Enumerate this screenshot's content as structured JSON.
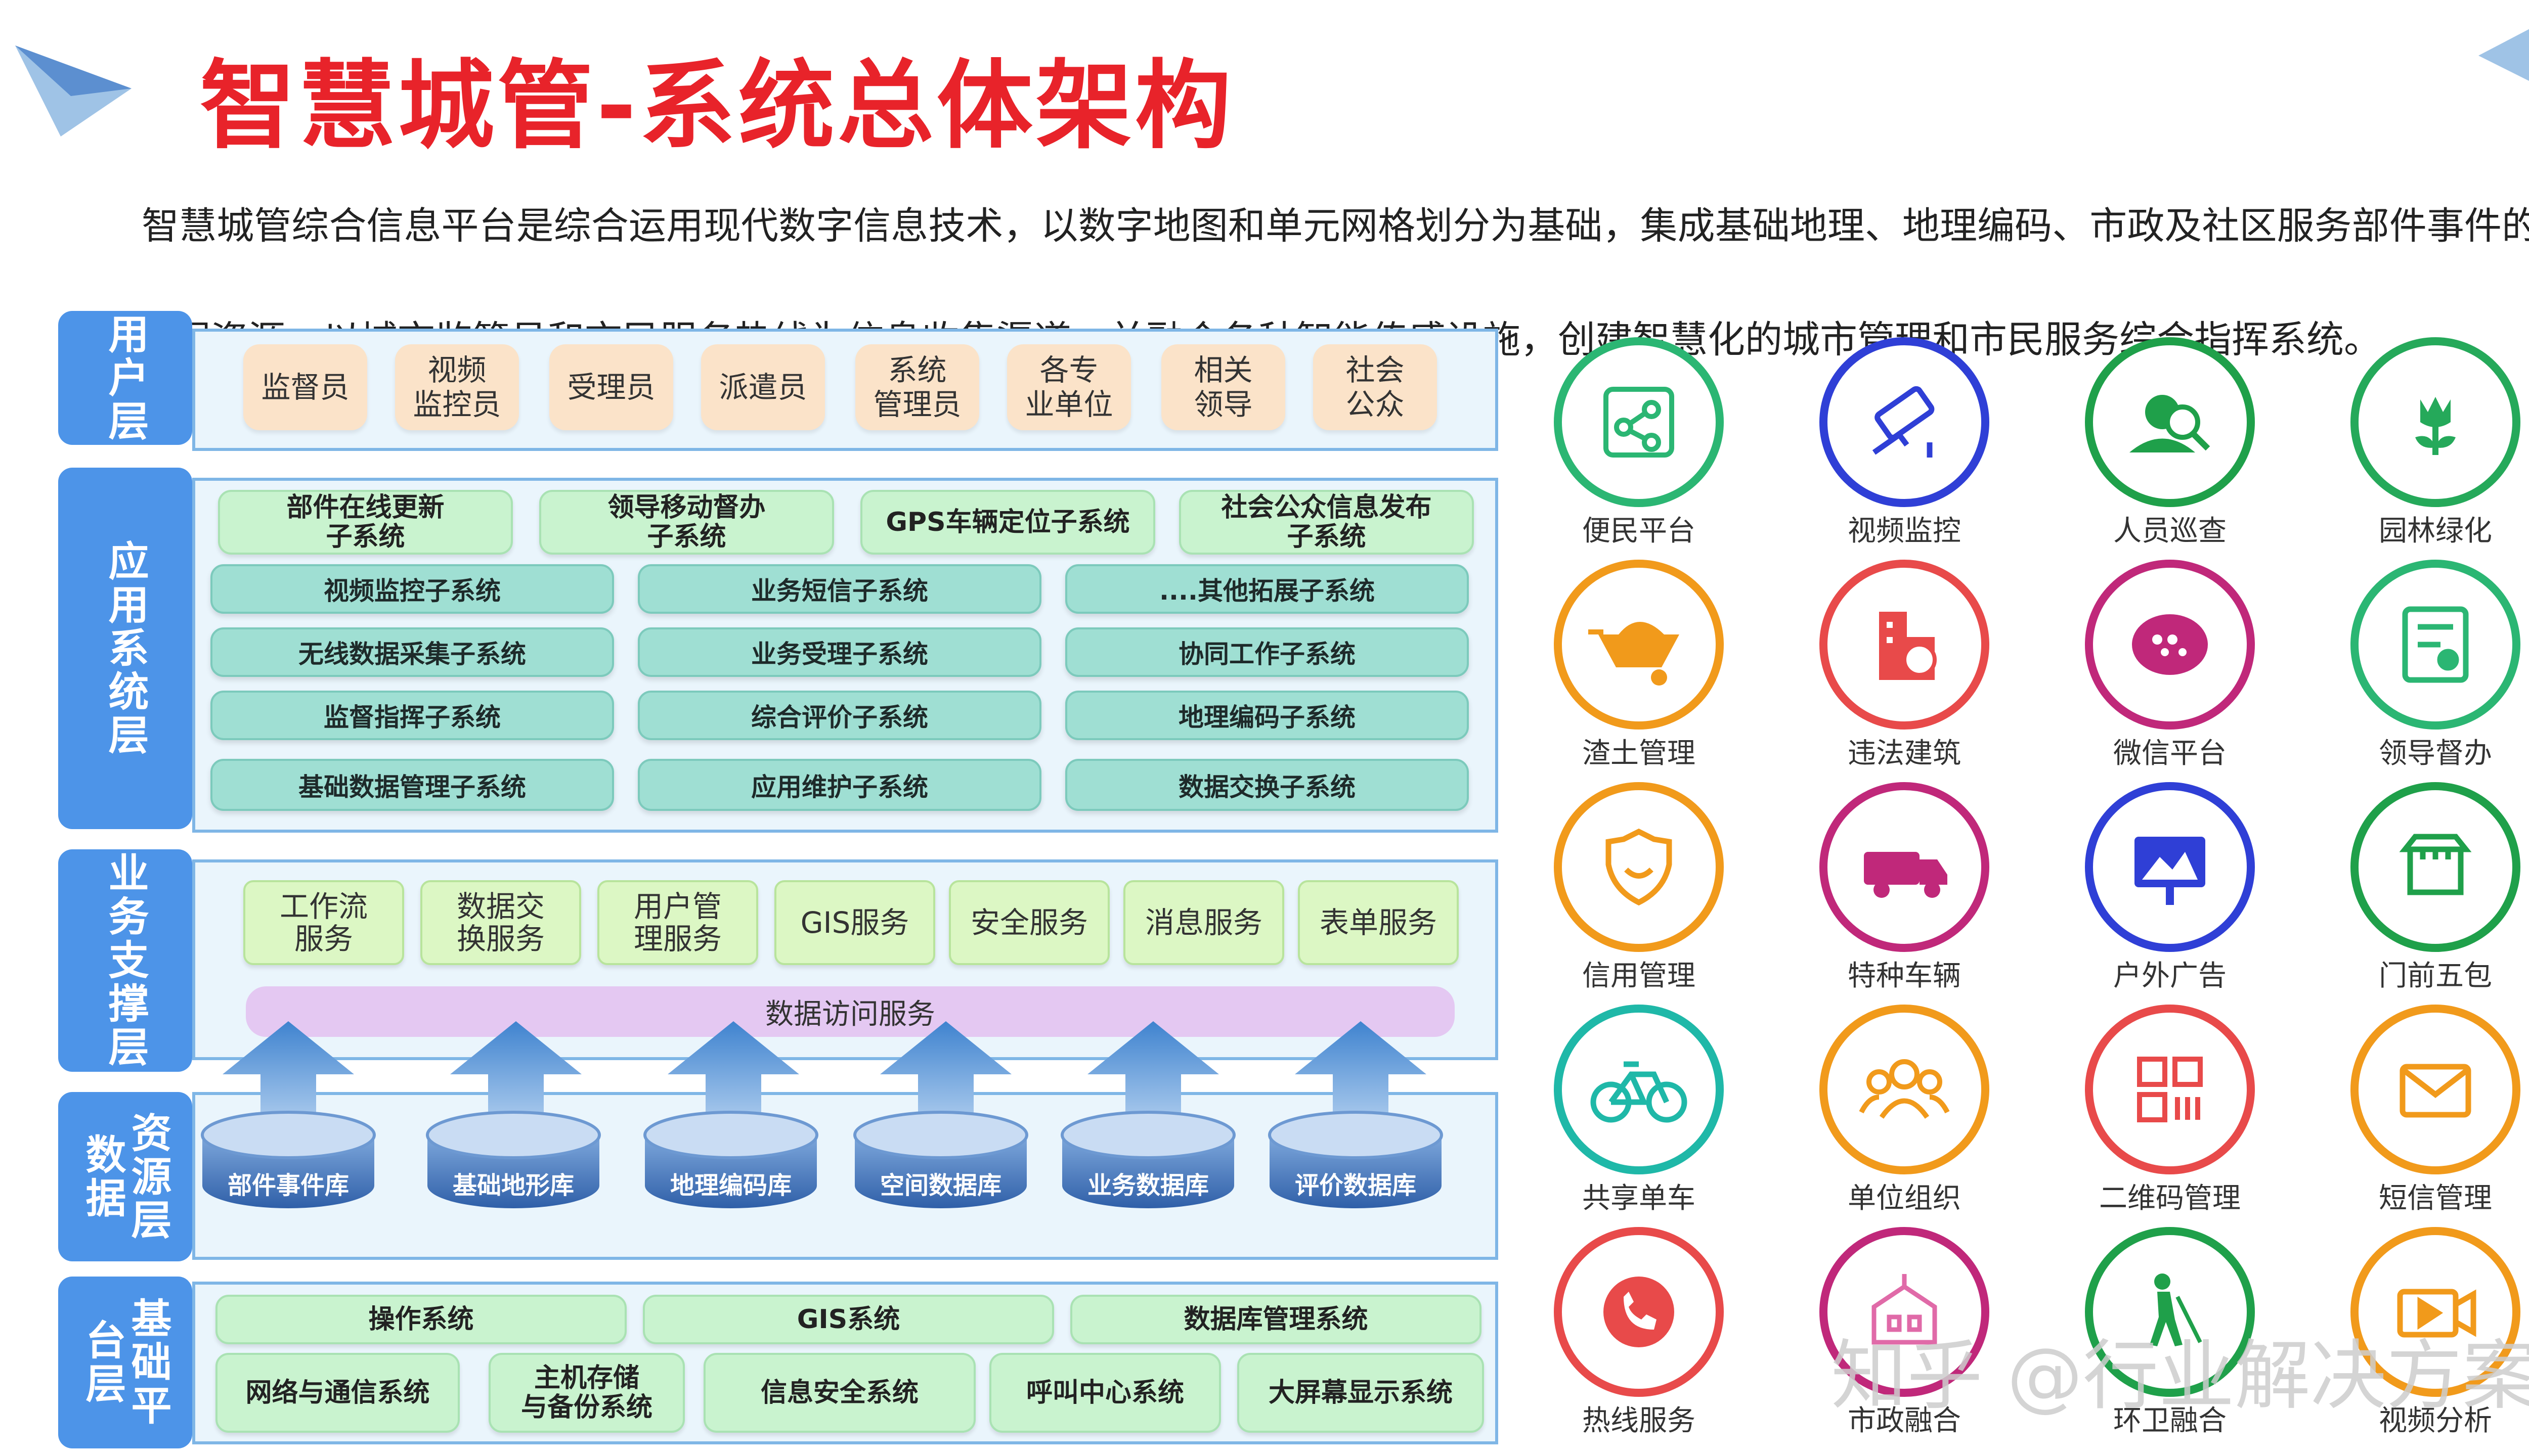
{
  "title": "智慧城管-系统总体架构",
  "intro": "智慧城管综合信息平台是综合运用现代数字信息技术，以数字地图和单元网格划分为基础，集成基础地理、地理编码、市政及社区服务部件事件的多种数据资源，以城市监管员和市民服务热线为信息收集渠道，并融合各种智能传感设施，创建智慧化的城市管理和市民服务综合指挥系统。",
  "layers": {
    "user": {
      "label": "用户层",
      "items": [
        "监督员",
        "视频\n监控员",
        "受理员",
        "派遣员",
        "系统\n管理员",
        "各专\n业单位",
        "相关\n领导",
        "社会\n公众"
      ]
    },
    "app": {
      "label": "应用系统层",
      "top": [
        "部件在线更新\n子系统",
        "领导移动督办\n子系统",
        "GPS车辆定位子系统",
        "社会公众信息发布\n子系统"
      ],
      "grid": [
        [
          "视频监控子系统",
          "业务短信子系统",
          "....其他拓展子系统"
        ],
        [
          "无线数据采集子系统",
          "业务受理子系统",
          "协同工作子系统"
        ],
        [
          "监督指挥子系统",
          "综合评价子系统",
          "地理编码子系统"
        ],
        [
          "基础数据管理子系统",
          "应用维护子系统",
          "数据交换子系统"
        ]
      ]
    },
    "biz": {
      "label": "业务支撑层",
      "items": [
        "工作流\n服务",
        "数据交\n换服务",
        "用户管\n理服务",
        "GIS服务",
        "安全服务",
        "消息服务",
        "表单服务"
      ],
      "access": "数据访问服务"
    },
    "data": {
      "label_a": "资源层",
      "label_b": "数据",
      "dbs": [
        "部件事件库",
        "基础地形库",
        "地理编码库",
        "空间数据库",
        "业务数据库",
        "评价数据库"
      ]
    },
    "base": {
      "label": "基础平台层",
      "row1": [
        "操作系统",
        "GIS系统",
        "数据库管理系统"
      ],
      "row2": [
        "网络与通信系统",
        "主机存储\n与备份系统",
        "信息安全系统",
        "呼叫中心系统",
        "大屏幕显示系统"
      ]
    }
  },
  "icons": [
    {
      "label": "便民平台",
      "icon": "share-nodes-icon",
      "color": "#2bb673"
    },
    {
      "label": "视频监控",
      "icon": "camera-icon",
      "color": "#2f3fd6"
    },
    {
      "label": "人员巡查",
      "icon": "person-search-icon",
      "color": "#1fa04a"
    },
    {
      "label": "园林绿化",
      "icon": "flower-icon",
      "color": "#25a95a"
    },
    {
      "label": "渣土管理",
      "icon": "wheelbarrow-icon",
      "color": "#f19a1b"
    },
    {
      "label": "违法建筑",
      "icon": "building-icon",
      "color": "#e84a4a"
    },
    {
      "label": "微信平台",
      "icon": "wechat-icon",
      "color": "#c0287a"
    },
    {
      "label": "领导督办",
      "icon": "document-icon",
      "color": "#2bb673"
    },
    {
      "label": "信用管理",
      "icon": "badge-icon",
      "color": "#f19a1b"
    },
    {
      "label": "特种车辆",
      "icon": "truck-icon",
      "color": "#c0287a"
    },
    {
      "label": "户外广告",
      "icon": "billboard-icon",
      "color": "#2f3fd6"
    },
    {
      "label": "门前五包",
      "icon": "storefront-icon",
      "color": "#1fa04a"
    },
    {
      "label": "共享单车",
      "icon": "bicycle-icon",
      "color": "#1fb8a8"
    },
    {
      "label": "单位组织",
      "icon": "group-icon",
      "color": "#f19a1b"
    },
    {
      "label": "二维码管理",
      "icon": "qrcode-icon",
      "color": "#e84a4a"
    },
    {
      "label": "短信管理",
      "icon": "envelope-icon",
      "color": "#f19a1b"
    },
    {
      "label": "热线服务",
      "icon": "phone-icon",
      "color": "#e84a4a"
    },
    {
      "label": "市政融合",
      "icon": "city-hall-icon",
      "color": "#c0287a"
    },
    {
      "label": "环卫融合",
      "icon": "sweeper-icon",
      "color": "#1fa04a"
    },
    {
      "label": "视频分析",
      "icon": "video-icon",
      "color": "#f19a1b"
    }
  ],
  "watermark": "知乎 @行业解决方案"
}
